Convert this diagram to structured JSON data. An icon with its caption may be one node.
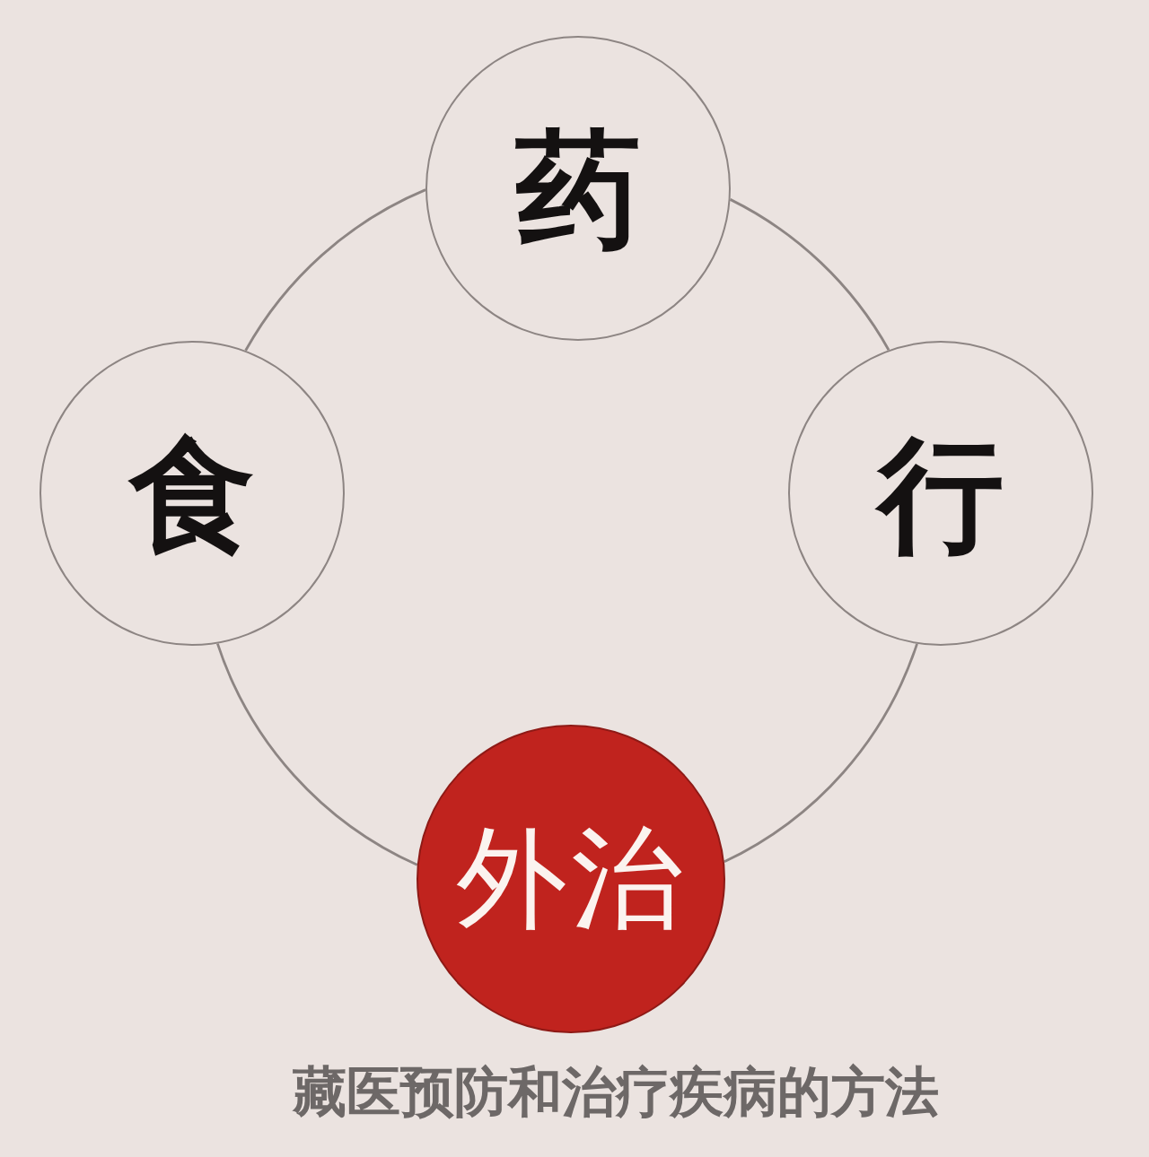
{
  "diagram": {
    "caption": "藏医预防和治疗疾病的方法",
    "nodes": [
      {
        "text": [
          "药"
        ]
      },
      {
        "text": [
          "食"
        ]
      },
      {
        "text": [
          "行"
        ]
      },
      {
        "text": [
          "外治"
        ]
      }
    ],
    "edges": [
      {
        "from": 1,
        "to": 0,
        "arrow": "none"
      },
      {
        "from": 0,
        "to": 2,
        "arrow": "none"
      },
      {
        "from": 2,
        "to": 3,
        "arrow": "none"
      },
      {
        "from": 3,
        "to": 1,
        "arrow": "none"
      }
    ]
  }
}
